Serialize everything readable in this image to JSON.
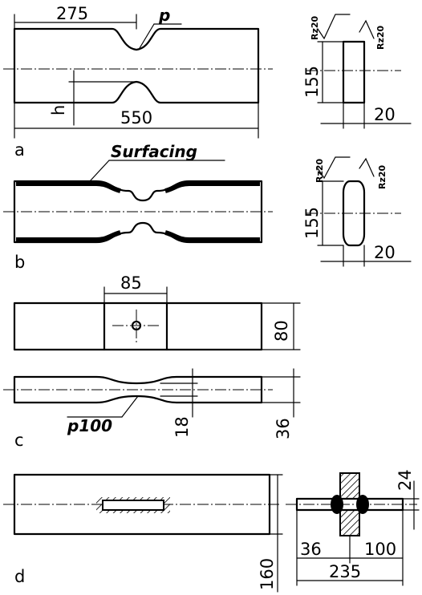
{
  "panel_a": {
    "label": "a",
    "dim_275": "275",
    "dim_550": "550",
    "radius_label": "p",
    "h_label": "h",
    "side_height": "155",
    "side_width": "20",
    "rough_left": "Rz20",
    "rough_right": "Rz20"
  },
  "panel_b": {
    "label": "b",
    "surfacing_label": "Surfacing",
    "side_height": "155",
    "side_width": "20",
    "rough_left": "Rz20",
    "rough_right": "Rz20"
  },
  "panel_c": {
    "label": "c",
    "dim_85": "85",
    "dim_80": "80",
    "radius_label": "p100",
    "dim_18": "18",
    "dim_36": "36"
  },
  "panel_d": {
    "label": "d",
    "dim_160": "160",
    "dim_24": "24",
    "dim_36": "36",
    "dim_100": "100",
    "dim_235": "235"
  }
}
